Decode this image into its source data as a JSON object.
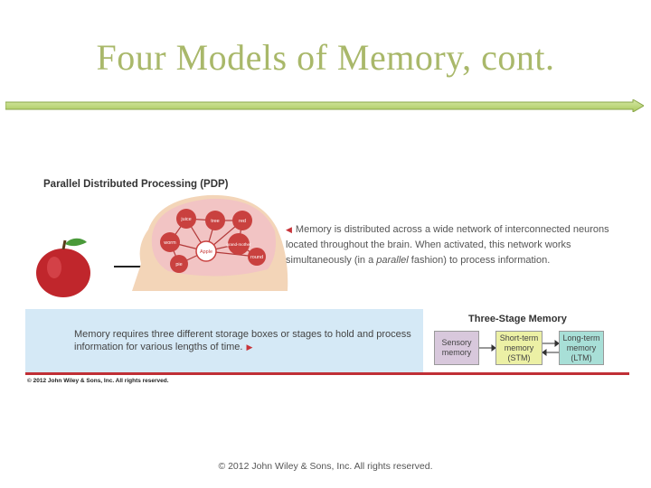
{
  "slide": {
    "title": "Four Models of Memory, cont.",
    "footer": "© 2012 John Wiley & Sons, Inc. All rights reserved."
  },
  "pdp": {
    "heading": "Parallel Distributed Processing (PDP)",
    "nodes": [
      "juice",
      "tree",
      "red",
      "worm",
      "grand-mother",
      "pie",
      "Apple",
      "round"
    ],
    "text_before": "Memory is distributed across a wide network of interconnected neurons located throughout the brain. When activated, this network works simultaneously (in a ",
    "text_italic": "parallel",
    "text_after": " fashion) to process information."
  },
  "three_stage": {
    "heading": "Three-Stage Memory",
    "text": "Memory requires three different storage boxes or stages to hold and process information for various lengths of time.",
    "stages": [
      {
        "label": "Sensory memory"
      },
      {
        "label": "Short-term memory (STM)"
      },
      {
        "label": "Long-term memory (LTM)"
      }
    ]
  },
  "figure_copyright": "© 2012 John Wiley & Sons, Inc. All rights reserved.",
  "colors": {
    "title": "#a9b86a",
    "accent_red": "#c02f36",
    "band_blue": "#d5e9f6",
    "sensory": "#d8c8dc",
    "stm": "#ecf0a5",
    "ltm": "#a8dfd7"
  }
}
